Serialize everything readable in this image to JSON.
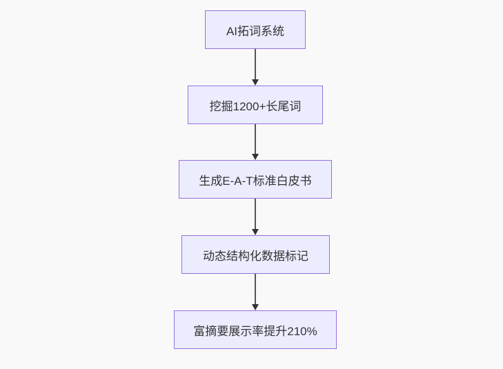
{
  "diagram": {
    "type": "flowchart",
    "direction": "top-down",
    "nodes": [
      {
        "id": "step-1",
        "label": "AI拓词系统"
      },
      {
        "id": "step-2",
        "label": "挖掘1200+长尾词"
      },
      {
        "id": "step-3",
        "label": "生成E-A-T标准白皮书"
      },
      {
        "id": "step-4",
        "label": "动态结构化数据标记"
      },
      {
        "id": "step-5",
        "label": "富摘要展示率提升210%"
      }
    ],
    "edges": [
      {
        "from": "step-1",
        "to": "step-2"
      },
      {
        "from": "step-2",
        "to": "step-3"
      },
      {
        "from": "step-3",
        "to": "step-4"
      },
      {
        "from": "step-4",
        "to": "step-5"
      }
    ],
    "colors": {
      "background": "#f9f9f9",
      "node_fill": "#ececff",
      "node_border": "#9370db",
      "node_text": "#333333",
      "arrow_line": "#555555",
      "arrow_head": "#333333"
    }
  }
}
